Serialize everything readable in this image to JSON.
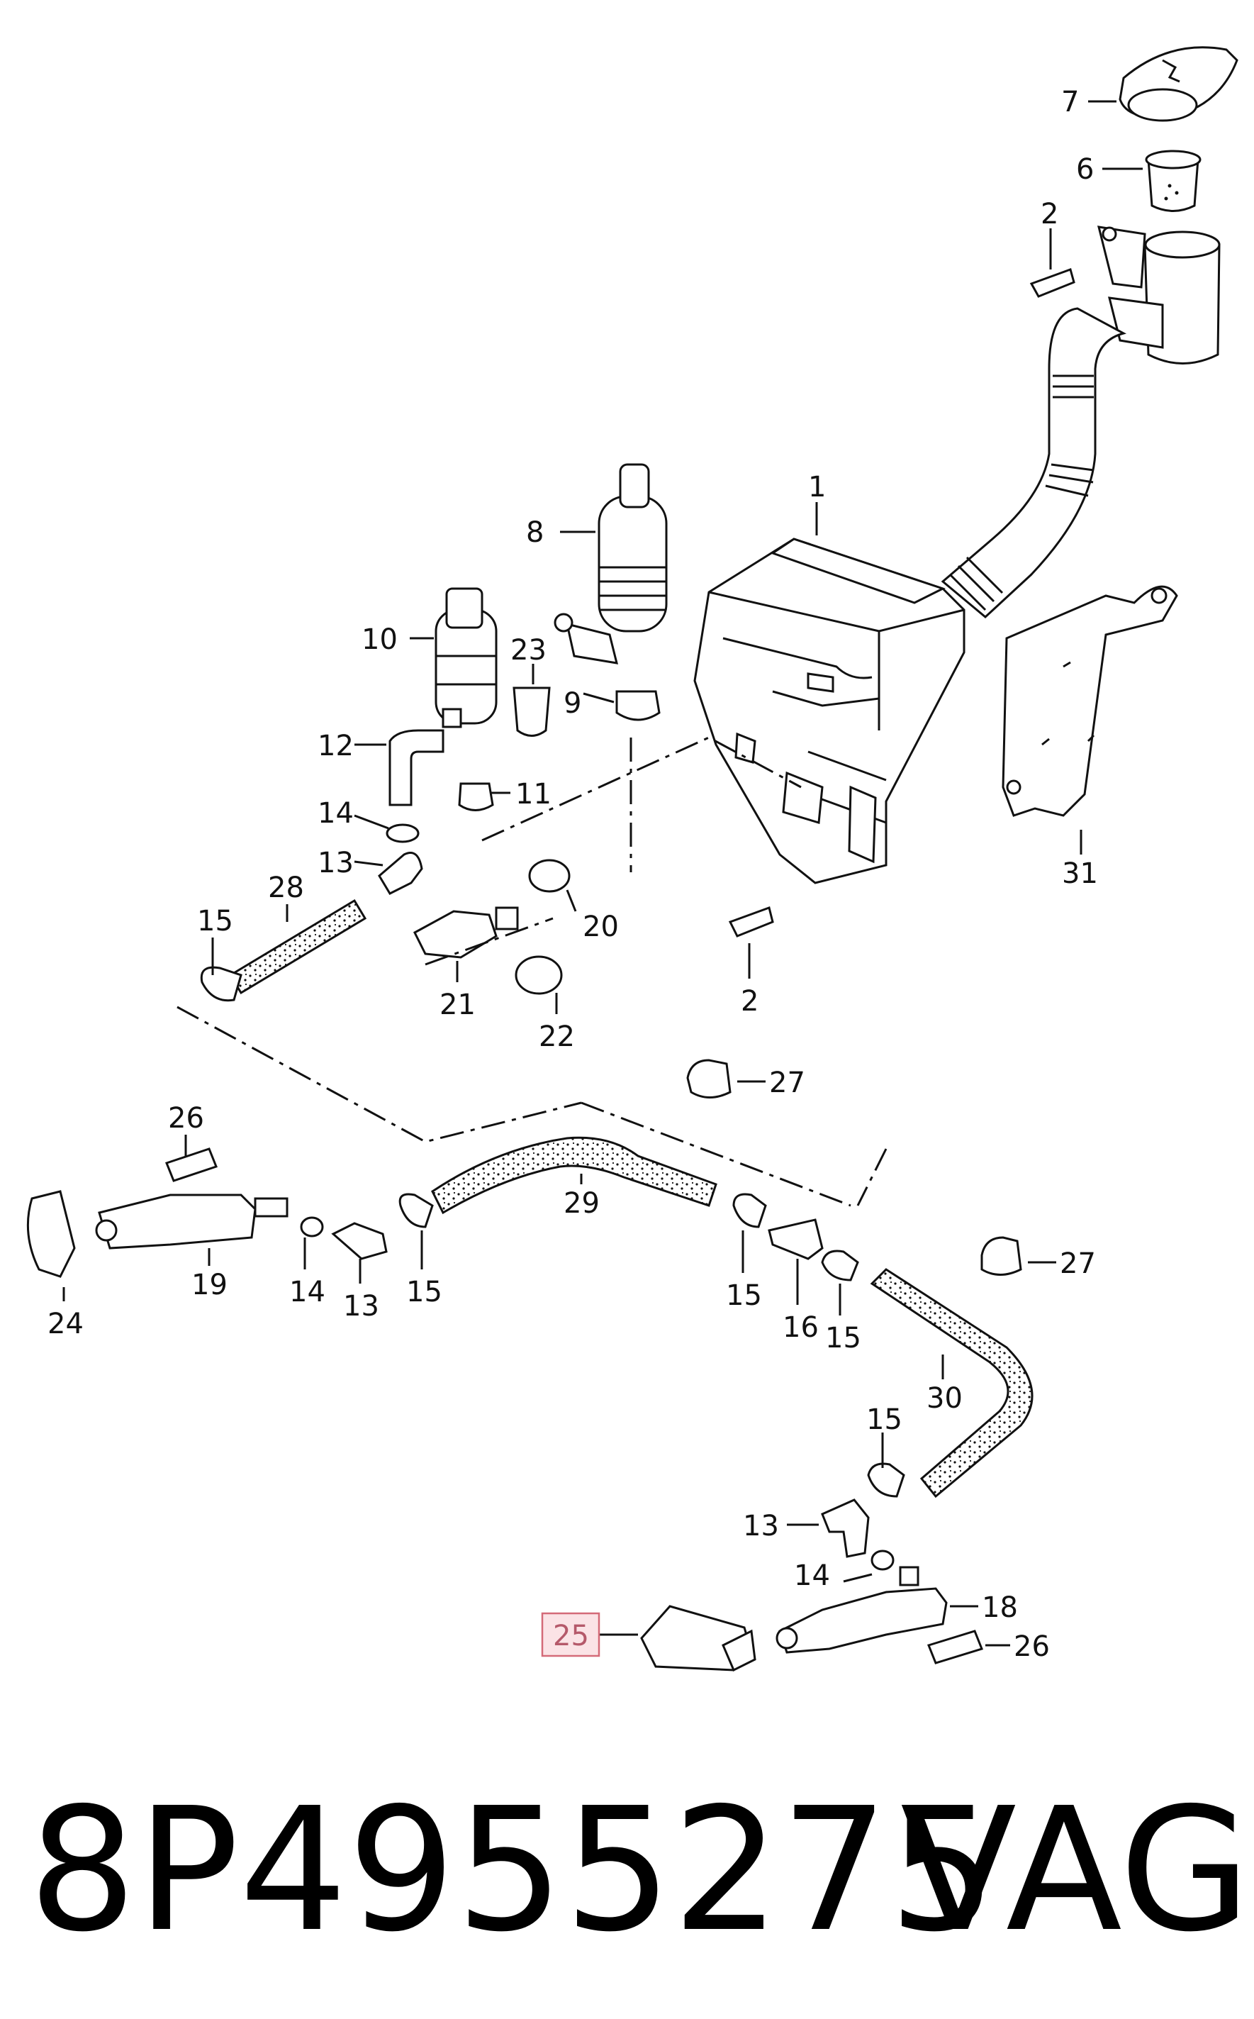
{
  "diagram": {
    "labels": {
      "l1": "1",
      "l2a": "2",
      "l2b": "2",
      "l6": "6",
      "l7": "7",
      "l8": "8",
      "l9": "9",
      "l10": "10",
      "l11": "11",
      "l12": "12",
      "l13a": "13",
      "l13b": "13",
      "l13c": "13",
      "l14a": "14",
      "l14b": "14",
      "l14c": "14",
      "l15a": "15",
      "l15b": "15",
      "l15c": "15",
      "l15d": "15",
      "l15e": "15",
      "l16": "16",
      "l18": "18",
      "l19": "19",
      "l20": "20",
      "l21": "21",
      "l22": "22",
      "l23": "23",
      "l24": "24",
      "l25": "25",
      "l26a": "26",
      "l26b": "26",
      "l27a": "27",
      "l27b": "27",
      "l28": "28",
      "l29": "29",
      "l30": "30",
      "l31": "31"
    },
    "highlight_color": "#e8a0a8",
    "footer": {
      "part_number": "8P4955275",
      "brand": "VAG"
    }
  }
}
